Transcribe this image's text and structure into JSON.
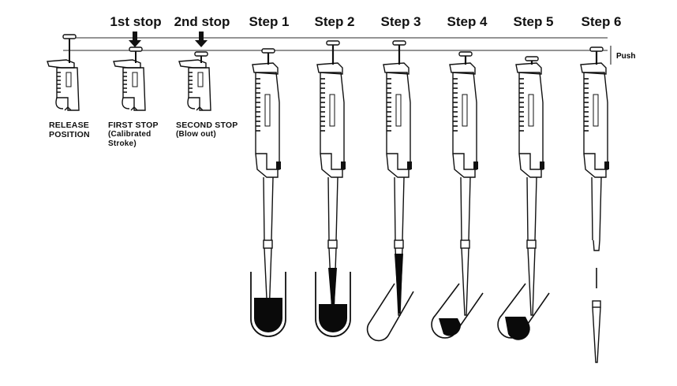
{
  "headers": {
    "first_stop": "1st stop",
    "second_stop": "2nd stop",
    "step1": "Step 1",
    "step2": "Step 2",
    "step3": "Step 3",
    "step4": "Step 4",
    "step5": "Step 5",
    "step6": "Step 6"
  },
  "captions": {
    "release": {
      "line1": "RELEASE",
      "line2": "POSITION"
    },
    "first": {
      "line1": "FIRST STOP",
      "line2": "(Calibrated",
      "line3": "Stroke)"
    },
    "second": {
      "line1": "SECOND STOP",
      "line2": "(Blow out)"
    }
  },
  "push_label": "Push",
  "colors": {
    "ink": "#111111",
    "liquid": "#0a0a0a"
  }
}
